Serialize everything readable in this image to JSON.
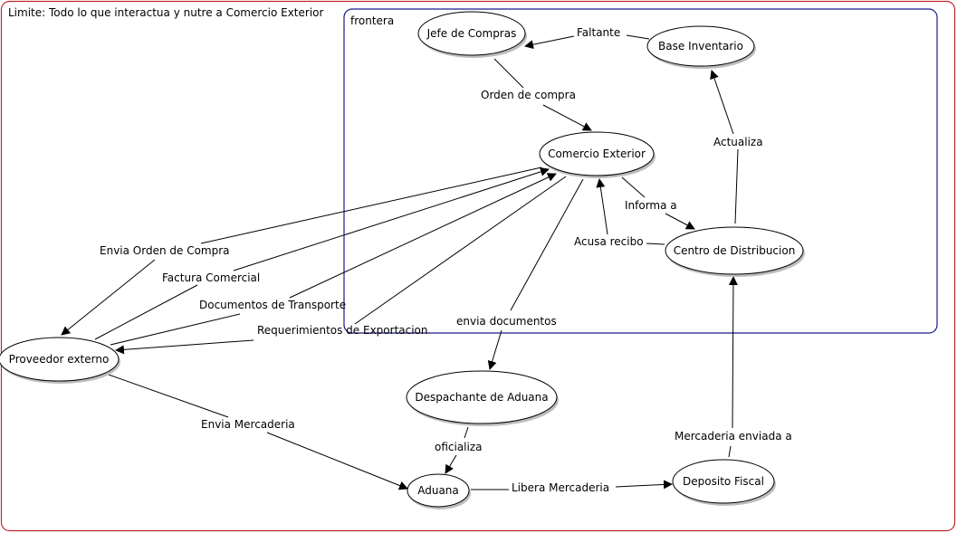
{
  "diagram": {
    "type": "concept-map",
    "colors": {
      "outer_boundary": "#c0272d",
      "inner_boundary": "#1a1a8c",
      "node_fill": "#ffffff",
      "node_stroke": "#000000",
      "shadow": "#bdbdbd",
      "edge": "#000000"
    },
    "regions": {
      "outer": {
        "label": "Limite: Todo lo que interactua y nutre a Comercio Exterior"
      },
      "inner": {
        "label": "frontera"
      }
    },
    "nodes": {
      "jefe_compras": "Jefe de Compras",
      "base_inventario": "Base Inventario",
      "comercio_exterior": "Comercio Exterior",
      "centro_distribucion": "Centro de Distribucion",
      "proveedor_externo": "Proveedor externo",
      "despachante_aduana": "Despachante de Aduana",
      "aduana": "Aduana",
      "deposito_fiscal": "Deposito Fiscal"
    },
    "links": {
      "faltante": {
        "label": "Faltante",
        "from": "Base Inventario",
        "to": "Jefe de Compras"
      },
      "orden_compra": {
        "label": "Orden de compra",
        "from": "Jefe de Compras",
        "to": "Comercio Exterior"
      },
      "actualiza": {
        "label": "Actualiza",
        "from": "Centro de Distribucion",
        "to": "Base Inventario"
      },
      "informa_a": {
        "label": "Informa a",
        "from": "Comercio Exterior",
        "to": "Centro de Distribucion"
      },
      "acusa_recibo": {
        "label": "Acusa recibo",
        "from": "Centro de Distribucion",
        "to": "Comercio Exterior"
      },
      "envia_orden": {
        "label": "Envia Orden de Compra",
        "from": "Comercio Exterior",
        "to": "Proveedor externo"
      },
      "factura": {
        "label": "Factura Comercial",
        "from": "Proveedor externo",
        "to": "Comercio Exterior"
      },
      "documentos_transporte": {
        "label": "Documentos de Transporte",
        "from": "Proveedor externo",
        "to": "Comercio Exterior"
      },
      "requerimientos": {
        "label": "Requerimientos de Exportacion",
        "from": "Comercio Exterior",
        "to": "Proveedor externo"
      },
      "envia_documentos": {
        "label": "envia documentos",
        "from": "Comercio Exterior",
        "to": "Despachante de Aduana"
      },
      "oficializa": {
        "label": "oficializa",
        "from": "Despachante de Aduana",
        "to": "Aduana"
      },
      "envia_mercaderia": {
        "label": "Envia Mercaderia",
        "from": "Proveedor externo",
        "to": "Aduana"
      },
      "libera_mercaderia": {
        "label": "Libera Mercaderia",
        "from": "Aduana",
        "to": "Deposito Fiscal"
      },
      "mercaderia_enviada": {
        "label": "Mercaderia enviada a",
        "from": "Deposito Fiscal",
        "to": "Centro de Distribucion"
      }
    }
  }
}
